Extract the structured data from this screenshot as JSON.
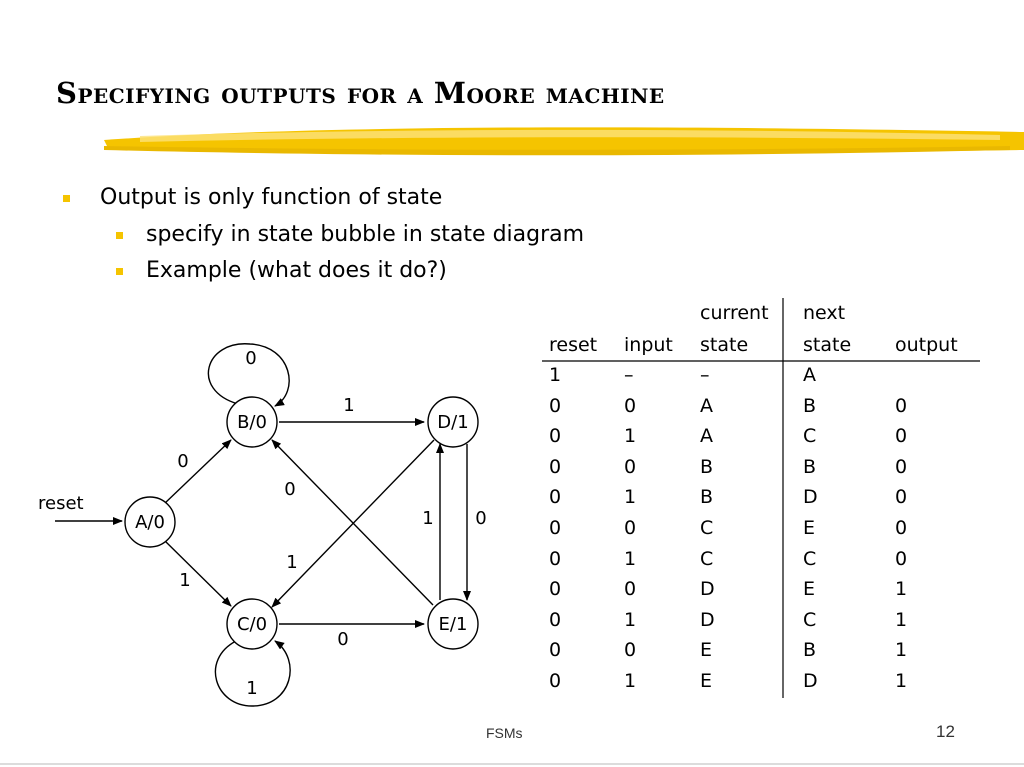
{
  "slide": {
    "title": "Specifying outputs for a Moore machine",
    "accent_color": "#f5c400",
    "footer": "FSMs",
    "page_number": "12"
  },
  "bullets": [
    {
      "level": 1,
      "text": "Output is only function of state"
    },
    {
      "level": 2,
      "text": "specify in state bubble in state diagram"
    },
    {
      "level": 2,
      "text": "Example (what does it do?)"
    }
  ],
  "diagram": {
    "reset_label": "reset",
    "states": {
      "A": "A/0",
      "B": "B/0",
      "C": "C/0",
      "D": "D/1",
      "E": "E/1"
    },
    "transition_labels": {
      "B_self": "0",
      "C_self": "1",
      "A_to_B": "0",
      "A_to_C": "1",
      "B_to_D": "1",
      "C_to_E": "0",
      "E_to_B": "0",
      "D_to_C": "1",
      "E_to_D": "1",
      "D_to_E": "0"
    }
  },
  "table": {
    "headers": [
      {
        "top": "",
        "bottom": "reset"
      },
      {
        "top": "",
        "bottom": "input"
      },
      {
        "top": "current",
        "bottom": "state"
      },
      {
        "top": "next",
        "bottom": "state"
      },
      {
        "top": "",
        "bottom": "output"
      }
    ],
    "rows": [
      [
        "1",
        "–",
        "–",
        "A",
        ""
      ],
      [
        "0",
        "0",
        "A",
        "B",
        "0"
      ],
      [
        "0",
        "1",
        "A",
        "C",
        "0"
      ],
      [
        "0",
        "0",
        "B",
        "B",
        "0"
      ],
      [
        "0",
        "1",
        "B",
        "D",
        "0"
      ],
      [
        "0",
        "0",
        "C",
        "E",
        "0"
      ],
      [
        "0",
        "1",
        "C",
        "C",
        "0"
      ],
      [
        "0",
        "0",
        "D",
        "E",
        "1"
      ],
      [
        "0",
        "1",
        "D",
        "C",
        "1"
      ],
      [
        "0",
        "0",
        "E",
        "B",
        "1"
      ],
      [
        "0",
        "1",
        "E",
        "D",
        "1"
      ]
    ]
  }
}
